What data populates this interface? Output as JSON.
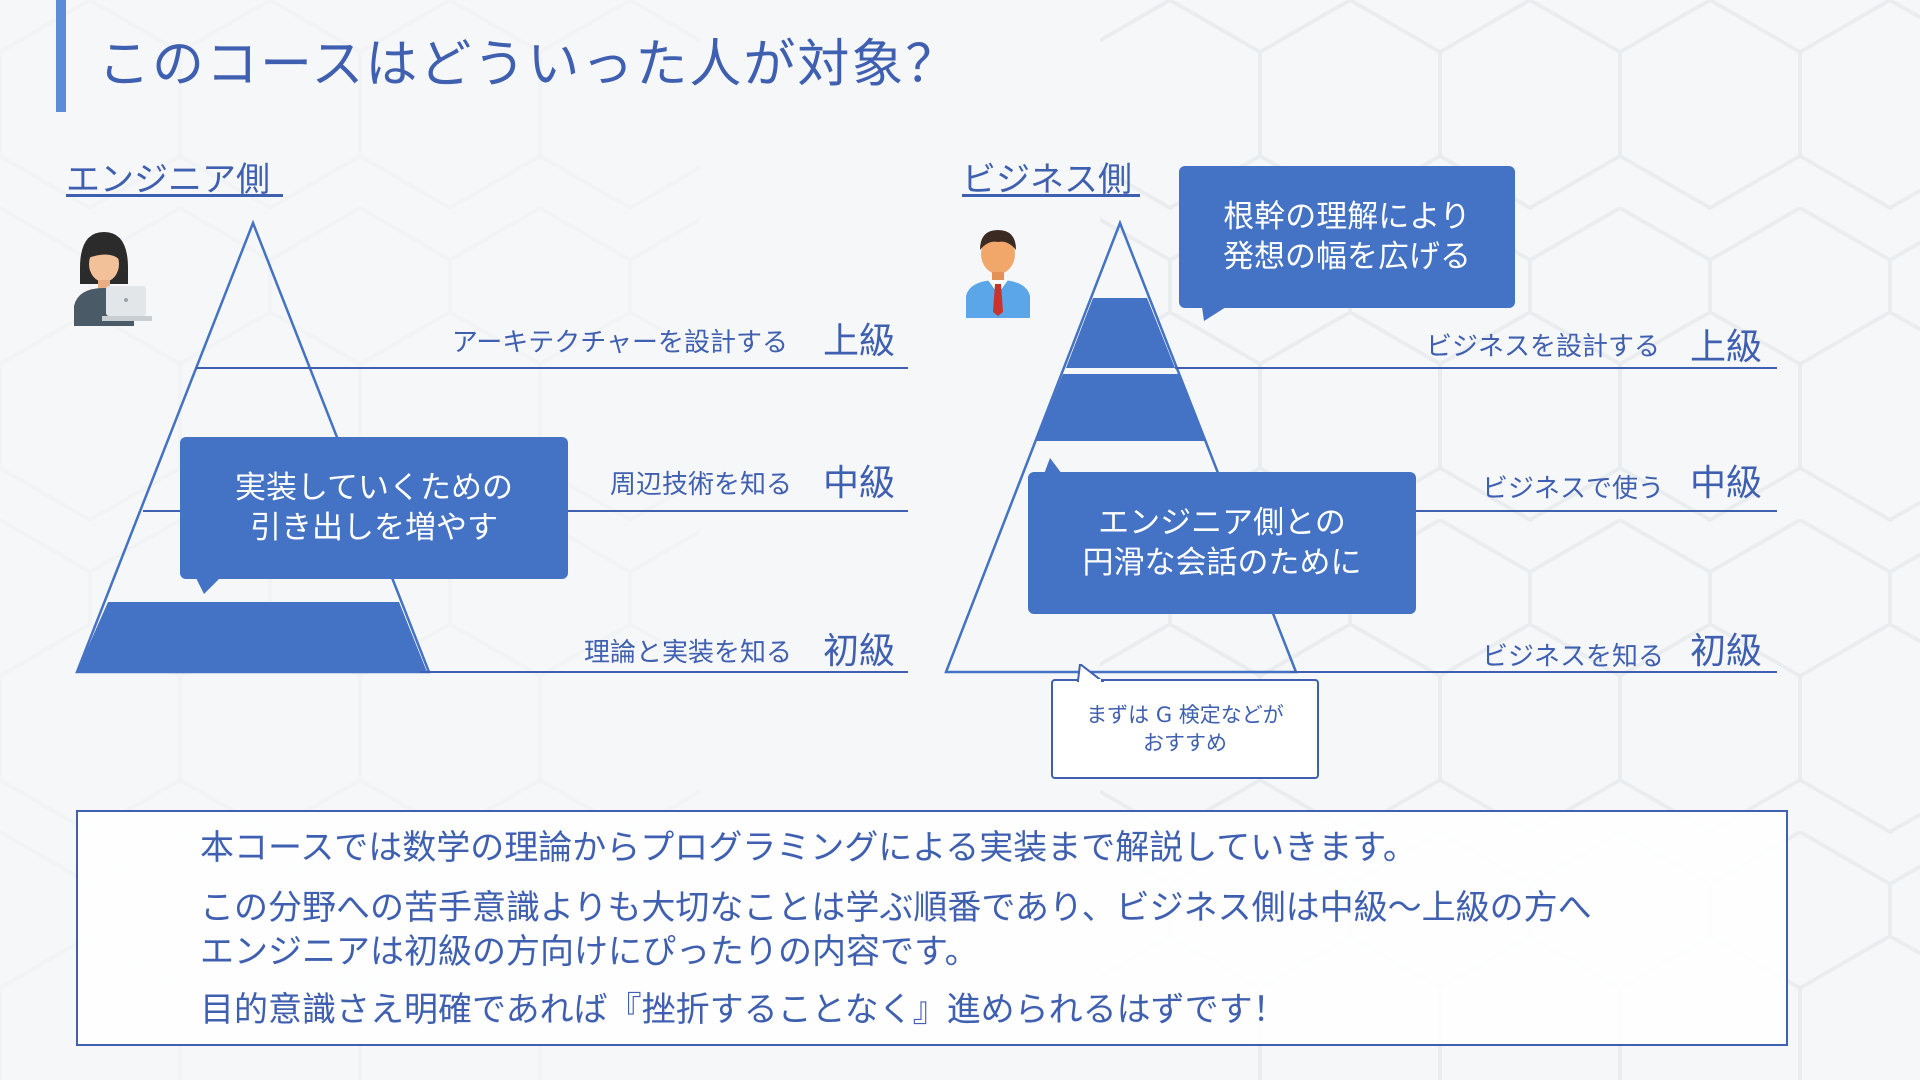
{
  "title": "このコースはどういった人が対象？",
  "engineer": {
    "label": "エンジニア側",
    "levels": [
      {
        "desc": "アーキテクチャーを設計する",
        "tag": "上級"
      },
      {
        "desc": "周辺技術を知る",
        "tag": "中級"
      },
      {
        "desc": "理論と実装を知る",
        "tag": "初級"
      }
    ],
    "callout": "実装していくための\n引き出しを増やす",
    "highlighted_level": "初級"
  },
  "business": {
    "label": "ビジネス側",
    "levels": [
      {
        "desc": "ビジネスを設計する",
        "tag": "上級"
      },
      {
        "desc": "ビジネスで使う",
        "tag": "中級"
      },
      {
        "desc": "ビジネスを知る",
        "tag": "初級"
      }
    ],
    "callout_top": "根幹の理解により\n発想の幅を広げる",
    "callout_middle": "エンジニア側との\n円滑な会話のために",
    "note": "まずは G 検定などが\nおすすめ",
    "highlighted_levels": [
      "上級",
      "中級"
    ]
  },
  "summary": {
    "line1": "本コースでは数学の理論からプログラミングによる実装まで解説していきます。",
    "line2": "この分野への苦手意識よりも大切なことは学ぶ順番であり、ビジネス側は中級～上級の方へ\nエンジニアは初級の方向けにぴったりの内容です。",
    "line3": "目的意識さえ明確であれば『挫折することなく』進められるはずです！"
  },
  "colors": {
    "accent": "#4472c4",
    "text": "#3f5fb0",
    "title_bar": "#5b8ed6"
  }
}
